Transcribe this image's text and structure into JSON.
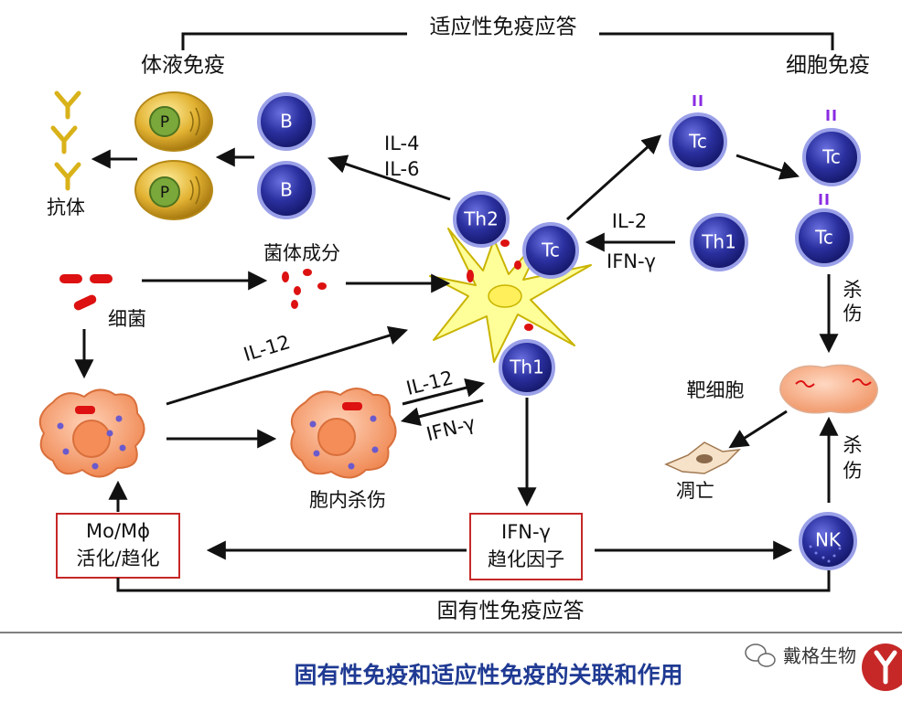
{
  "diagram": {
    "top_title": "适应性免疫应答",
    "humoral": "体液免疫",
    "cellular": "细胞免疫",
    "antibody": "抗体",
    "plasma_label": "P",
    "b_label": "B",
    "il4": "IL-4",
    "il6": "IL-6",
    "th2": "Th2",
    "tc": "Tc",
    "th1": "Th1",
    "il2": "IL-2",
    "ifn_gamma": "IFN-γ",
    "bacterial_components": "菌体成分",
    "bacteria": "细菌",
    "il12": "IL-12",
    "intracellular_killing": "胞内杀伤",
    "target_cell": "靶细胞",
    "kill_1": "杀",
    "kill_2": "伤",
    "apoptosis": "凋亡",
    "mo_mphi": "Mo/Mϕ",
    "activation_chemotaxis": "活化/趋化",
    "ifn_box_1": "IFN-γ",
    "ifn_box_2": "趋化因子",
    "nk": "NK",
    "bottom_title": "固有性免疫应答"
  },
  "footer": {
    "title": "固有性免疫和适应性免疫的关联和作用",
    "watermark": "戴格生物"
  },
  "colors": {
    "cell_blue": "#2a2f9e",
    "plasma_gold": "#d9a521",
    "dendritic_yellow": "#ffff99",
    "macrophage_orange": "#f6a57a",
    "bacteria_red": "#dd1111",
    "footer_blue": "#1f3a93",
    "box_red": "#c62828"
  }
}
